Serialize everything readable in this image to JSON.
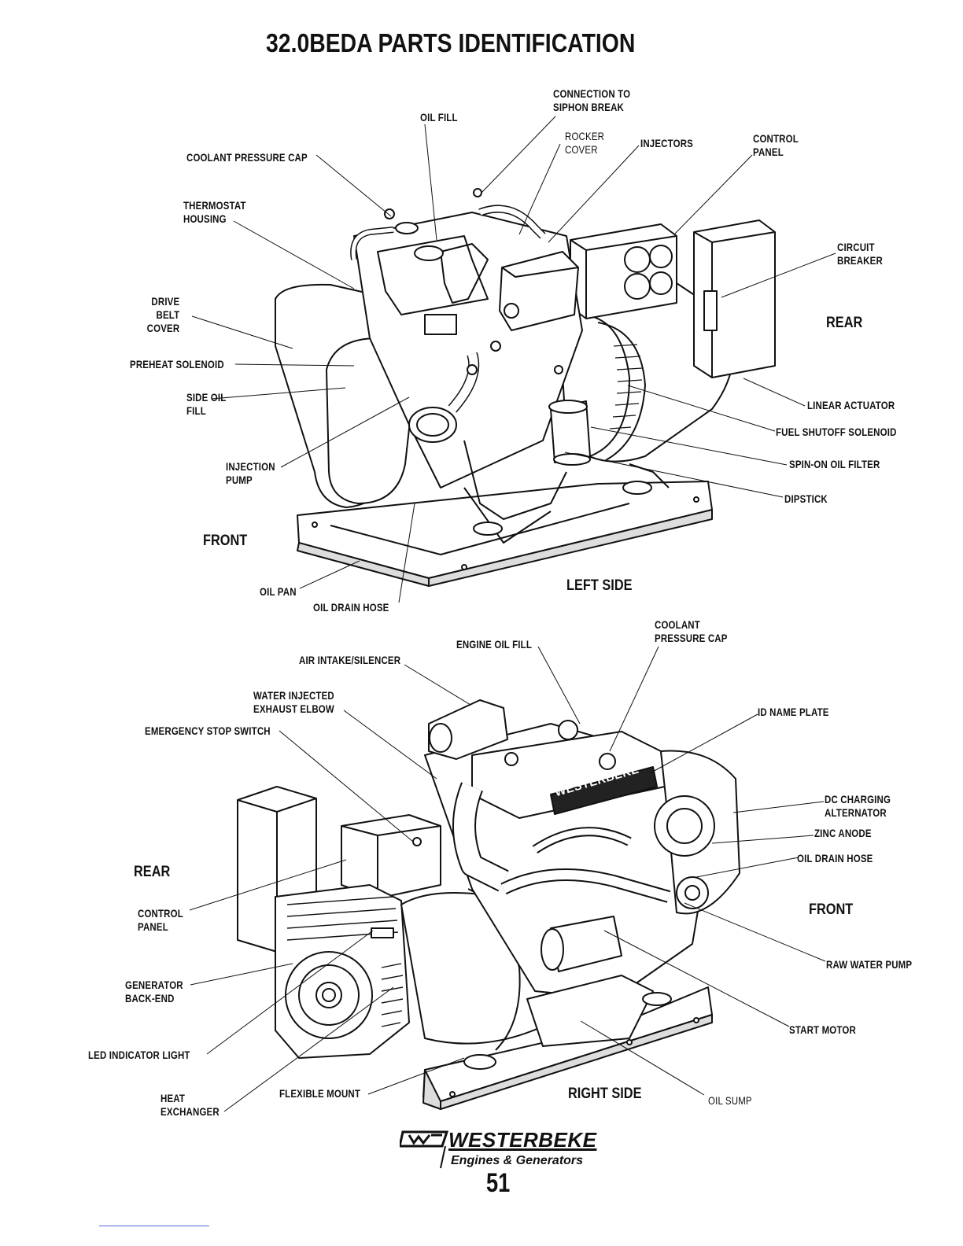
{
  "title": "32.0BEDA PARTS IDENTIFICATION",
  "left_view": {
    "view_name": "LEFT SIDE",
    "front_label": "FRONT",
    "rear_label": "REAR",
    "labels": {
      "connection_siphon": "CONNECTION TO\nSIPHON BREAK",
      "oil_fill": "OIL FILL",
      "rocker_cover": "ROCKER\nCOVER",
      "injectors": "INJECTORS",
      "control_panel": "CONTROL\nPANEL",
      "coolant_cap": "COOLANT PRESSURE CAP",
      "thermostat": "THERMOSTAT\nHOUSING",
      "circuit_breaker": "CIRCUIT\nBREAKER",
      "drive_belt": "DRIVE BELT\nCOVER",
      "preheat": "PREHEAT SOLENOID",
      "side_oil_fill": "SIDE OIL\nFILL",
      "linear_actuator": "LINEAR ACTUATOR",
      "fuel_shutoff": "FUEL SHUTOFF SOLENOID",
      "spin_on": "SPIN-ON OIL FILTER",
      "injection_pump": "INJECTION\nPUMP",
      "dipstick": "DIPSTICK",
      "oil_pan": "OIL PAN",
      "oil_drain_hose": "OIL DRAIN HOSE"
    }
  },
  "right_view": {
    "view_name": "RIGHT SIDE",
    "front_label": "FRONT",
    "rear_label": "REAR",
    "labels": {
      "coolant_cap": "COOLANT\nPRESSURE CAP",
      "engine_oil_fill": "ENGINE OIL FILL",
      "air_intake": "AIR INTAKE/SILENCER",
      "water_exhaust": "WATER INJECTED\nEXHAUST ELBOW",
      "id_plate": "ID NAME PLATE",
      "emergency_stop": "EMERGENCY STOP SWITCH",
      "dc_alternator": "DC CHARGING\nALTERNATOR",
      "zinc_anode": "ZINC ANODE",
      "oil_drain_hose": "OIL DRAIN HOSE",
      "control_panel": "CONTROL\nPANEL",
      "raw_water_pump": "RAW WATER PUMP",
      "generator_back": "GENERATOR\nBACK-END",
      "start_motor": "START MOTOR",
      "led_light": "LED INDICATOR LIGHT",
      "heat_exchanger": "HEAT\nEXCHANGER",
      "flexible_mount": "FLEXIBLE MOUNT",
      "oil_sump": "OIL SUMP",
      "name_plate_text": "WESTERBEKE"
    }
  },
  "footer": {
    "brand": "WESTERBEKE",
    "tagline": "Engines & Generators",
    "page_number": "51"
  }
}
